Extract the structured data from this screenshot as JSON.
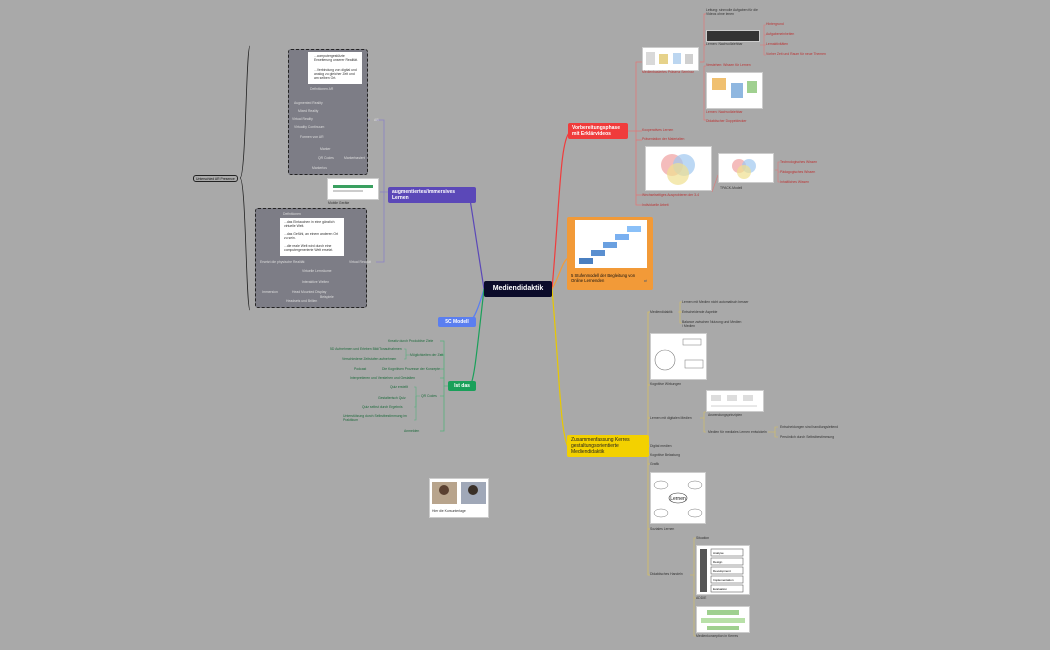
{
  "root": {
    "label": "Mediendidaktik"
  },
  "branches": {
    "vorbereitung": {
      "label": "Vorbereitungsphase mit Erklärvideos",
      "color": "#f03c3c",
      "items": [
        "Medienbasiertes Präsenz Seminar",
        "Leitung: sinnvolle Aufgaben für die Videos ohne lenen",
        "Lernen: Nachvollziehbar",
        "Hintergrund",
        "Aufgabeneinheiten",
        "Lernaktivitäten",
        "Vorher Zeit und Raum für neue Themen",
        "Verstehen: Wissen für Lernen",
        "Lernen: Nachvollziehbar",
        "Didaktischer Doppeldecker",
        "Kooperatives Lernen",
        "Präsentation der Materialien",
        "Wechselseitiges Ausprobieren der 3-4",
        "TPACK-Modell",
        "Technologisches Wissen",
        "Pädagogisches Wissen",
        "Inhaltliches Wissen",
        "Individuelle Arbeit"
      ]
    },
    "stufen": {
      "label": "5 Stufenmodell der Begleitung von Online Lernenden",
      "color": "#f29a38"
    },
    "zusammenfassung": {
      "label": "Zusammenfassung Kerres gestaltungsorientierte Mediendidaktik",
      "color": "#f3d100",
      "items": [
        "Mediendidaktik",
        "Lernen mit Medien nicht automatisch besser",
        "Entscheidende Aspekte",
        "Balance zwischen Nutzung und Medien / Medien",
        "Kognitive Wirkungen",
        "Lernen mit digitalen Medien",
        "Anwendungsprinzipien",
        "Medien für mediales Lernen entwickeln",
        "Entscheidungen sind handlungsleitend",
        "Persönlich durch Selbstbestimmung",
        "Digital medien",
        "Kognitive Belastung",
        "Grafik",
        "Lernen",
        "Soziales Lernen",
        "Didaktisches Handeln",
        "Situation",
        "Analyse",
        "Design",
        "Development",
        "Implementation",
        "Evaluation",
        "ADDIE",
        "Medienkonzeption in Kerres"
      ]
    },
    "augmentiert": {
      "label": "augmentiertes/immersives Lernen",
      "color": "#5b48b8",
      "items": [
        "...computergestützte Erweiterung unserer Realität.",
        "...Verbindung von digital und analog zu gleicher Zeit und am selben Ort.",
        "Definitionen AR",
        "Augmented Reality",
        "Mixed Reality",
        "Virtual Reality",
        "Virtuality Continuum",
        "Formen von AR",
        "AR",
        "Marker",
        "QR Codes",
        "Markerbasiert",
        "Markerlos",
        "Mobile Geräte",
        "Untersuchte AR-Systeme",
        "Definitionen",
        "...das Eintauchen in eine gänzlich virtuelle Welt.",
        "...das Gefühl, an einem anderen Ort zu sein.",
        "...die reale Welt wird durch eine computergenerierte Welt ersetzt.",
        "Immersion",
        "Virtual Realität",
        "Ersetzt die physische Realität",
        "Virtuelle Lernräume",
        "Interaktive Welten",
        "Head Mounted Display",
        "Beispiele",
        "Headsets und Brillen",
        "Unterschied AR Presence"
      ]
    },
    "modell5c": {
      "label": "5C Modell",
      "color": "#5a7ef0"
    },
    "lernbar": {
      "label": "Ist das",
      "color": "#1aa05a",
      "items": [
        "Kreativ durch Produktive Ziele",
        "5D Aufnehmen und Erleben Bild/Tonaufnahmen",
        "Möglichkeiten der Zeit",
        "Verschiedene Zeitstufen aufnehmen",
        "Podcast",
        "Die Kognitiven Prozesse der Konzepte",
        "Interpretieren und Verstehen und Gestalten",
        "Quiz erstellt",
        "Gestalterisch Quiz",
        "QR Codes",
        "Quiz selbst durch Ergebnis",
        "Unterstützung durch Selbstbestimmung im Praktikum",
        "Anmelden"
      ]
    },
    "ohne": {
      "label": "Hier die Kursunterlage"
    }
  },
  "colors": {
    "background": "#a9a9a9",
    "root": "#0b0b2a",
    "red": "#f03c3c",
    "orange": "#f29a38",
    "yellow": "#f3d100",
    "purple": "#5b48b8",
    "blue": "#5a7ef0",
    "green": "#1aa05a"
  }
}
